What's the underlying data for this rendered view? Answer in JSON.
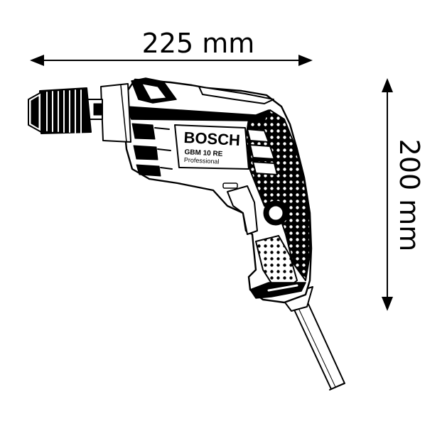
{
  "dimensions": {
    "width_label": "225 mm",
    "height_label": "200 mm"
  },
  "product": {
    "brand": "BOSCH",
    "model": "GBM 10 RE",
    "line": "Professional"
  },
  "colors": {
    "ink": "#000000",
    "paper": "#ffffff"
  }
}
